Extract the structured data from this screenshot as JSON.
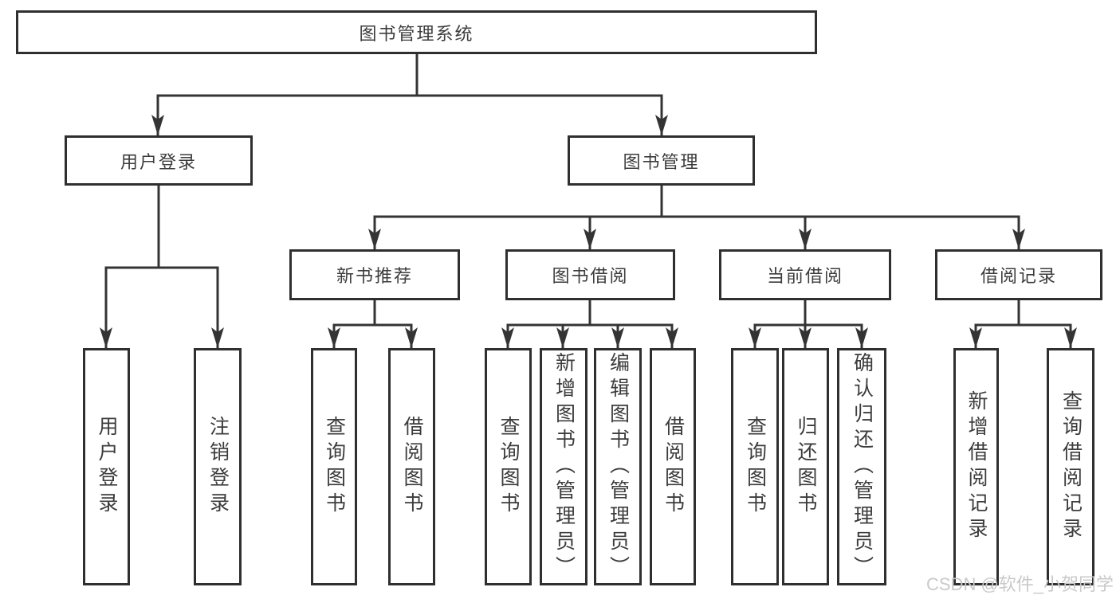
{
  "tree": {
    "root": {
      "label": "图书管理系统"
    },
    "branches": [
      {
        "label": "用户登录",
        "children": [
          {
            "label": "用户登录"
          },
          {
            "label": "注销登录"
          }
        ]
      },
      {
        "label": "图书管理",
        "children": [
          {
            "label": "新书推荐",
            "children": [
              {
                "label": "查询图书"
              },
              {
                "label": "借阅图书"
              }
            ]
          },
          {
            "label": "图书借阅",
            "children": [
              {
                "label": "查询图书"
              },
              {
                "label": "新增图书（管理员）"
              },
              {
                "label": "编辑图书（管理员）"
              },
              {
                "label": "借阅图书"
              }
            ]
          },
          {
            "label": "当前借阅",
            "children": [
              {
                "label": "查询图书"
              },
              {
                "label": "归还图书"
              },
              {
                "label": "确认归还（管理员）"
              }
            ]
          },
          {
            "label": "借阅记录",
            "children": [
              {
                "label": "新增借阅记录"
              },
              {
                "label": "查询借阅记录"
              }
            ]
          }
        ]
      }
    ]
  },
  "watermark": {
    "text": "CSDN @软件_小贺同学"
  },
  "colors": {
    "line": "#343434",
    "box_border": "#2f2f2f",
    "text": "#3c3c3c",
    "background": "#ffffff",
    "watermark": "#c9c9c9"
  }
}
